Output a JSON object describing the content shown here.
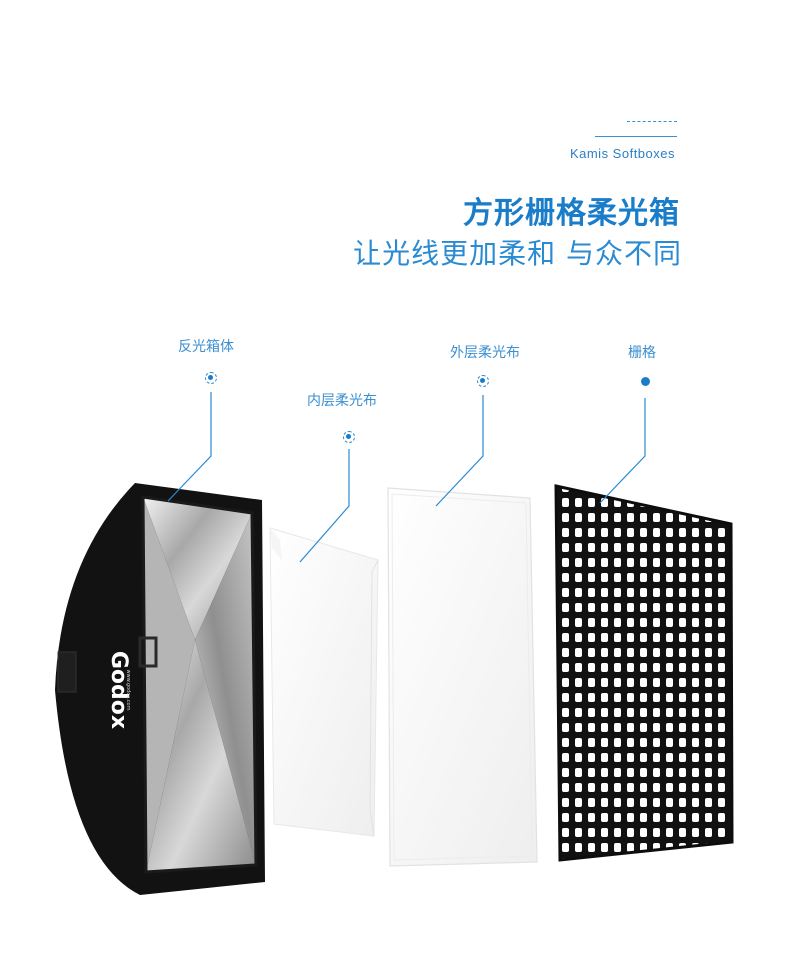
{
  "header": {
    "subtitle_en": "Kamis Softboxes",
    "title": "方形栅格柔光箱",
    "tagline": "让光线更加柔和 与众不同"
  },
  "components": [
    {
      "label": "反光箱体",
      "marker": "dashed-ring-dot"
    },
    {
      "label": "内层柔光布",
      "marker": "dashed-ring-dot"
    },
    {
      "label": "外层柔光布",
      "marker": "dashed-ring-dot"
    },
    {
      "label": "栅格",
      "marker": "solid-dot"
    }
  ],
  "product": {
    "brand_logo": "Godox",
    "brand_url": "www.godox.com"
  },
  "colors": {
    "accent": "#1a7dc9",
    "label": "#3b8fd0",
    "background": "#ffffff"
  }
}
